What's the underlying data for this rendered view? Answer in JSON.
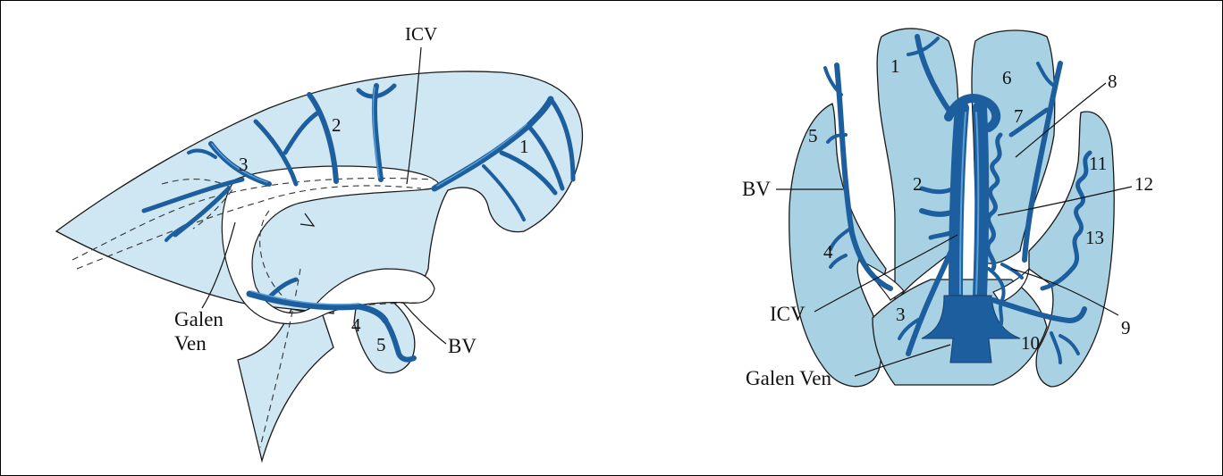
{
  "left_panel": {
    "labels": {
      "icv": "ICV",
      "n1": "1",
      "n2": "2",
      "n3": "3",
      "n4": "4",
      "n5": "5",
      "galen_line1": "Galen",
      "galen_line2": "Ven",
      "bv": "BV"
    }
  },
  "right_panel": {
    "labels": {
      "n1": "1",
      "n2": "2",
      "n3": "3",
      "n4": "4",
      "n5": "5",
      "n6": "6",
      "n7": "7",
      "n8": "8",
      "n9": "9",
      "n10": "10",
      "n11": "11",
      "n12": "12",
      "n13": "13",
      "bv": "BV",
      "icv": "ICV",
      "galen": "Galen Ven"
    }
  },
  "colors": {
    "vein": "#1d5f9e",
    "vein_highlight": "#5b9fd6",
    "tissue_light": "#cfe6f3",
    "tissue_mid": "#a9d1e4"
  }
}
